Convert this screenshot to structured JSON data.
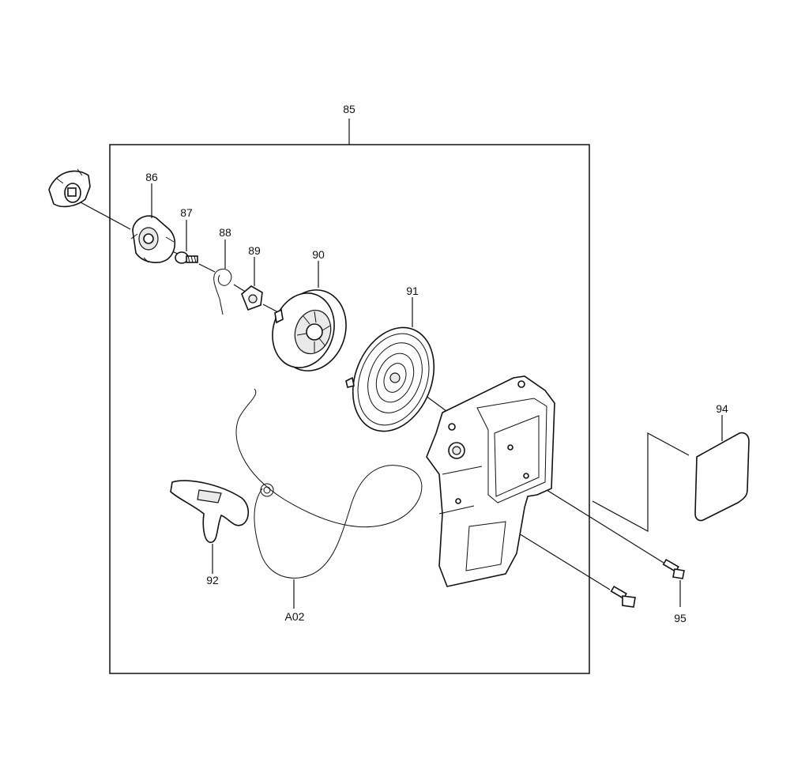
{
  "labels": {
    "p85": "85",
    "p86": "86",
    "p87": "87",
    "p88": "88",
    "p89": "89",
    "p90": "90",
    "p91": "91",
    "p92": "92",
    "p94": "94",
    "p95": "95",
    "a02": "A02"
  }
}
